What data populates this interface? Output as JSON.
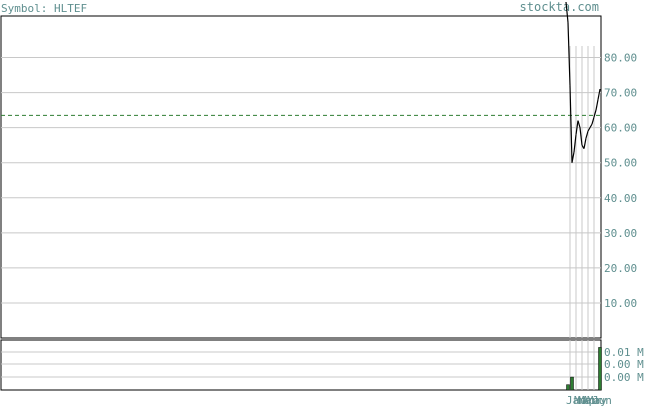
{
  "header": {
    "symbol_text": "Symbol: HLTEF",
    "brand": "stockta.com"
  },
  "chart_data": [
    {
      "type": "line",
      "title": "",
      "xlabel": "",
      "ylabel": "",
      "ylim": [
        0,
        90
      ],
      "yticks": [
        "80.00",
        "70.00",
        "60.00",
        "50.00",
        "40.00",
        "30.00",
        "20.00",
        "10.00"
      ],
      "ytick_values": [
        80,
        70,
        60,
        50,
        40,
        30,
        20,
        10
      ],
      "grid": true,
      "reference_line": 63.5,
      "series": [
        {
          "x": [
            0,
            1,
            2,
            3,
            4,
            5,
            6,
            7,
            8,
            9,
            10,
            11,
            12,
            13,
            14,
            15,
            16,
            17
          ],
          "values": [
            98,
            90,
            72,
            50,
            53,
            58,
            62,
            60,
            55,
            54,
            57,
            59,
            60,
            61,
            63,
            65,
            68,
            71
          ]
        }
      ],
      "color": "#000000",
      "reference_color": "#2e7d32"
    },
    {
      "type": "bar",
      "xlabel": "",
      "ylabel": "",
      "ylim": [
        0,
        0.01
      ],
      "yticks": [
        "0.01 M",
        "0.00 M",
        "0.00 M"
      ],
      "grid": true,
      "x_tick_labels": [
        "Jan",
        "Mar",
        "Mar",
        "Apr",
        "May",
        "Jun"
      ],
      "series": [
        {
          "x": [
            1,
            3,
            17
          ],
          "values": [
            0.0014,
            0.0034,
            0.0112
          ]
        }
      ],
      "color": "#2e7d32"
    }
  ]
}
